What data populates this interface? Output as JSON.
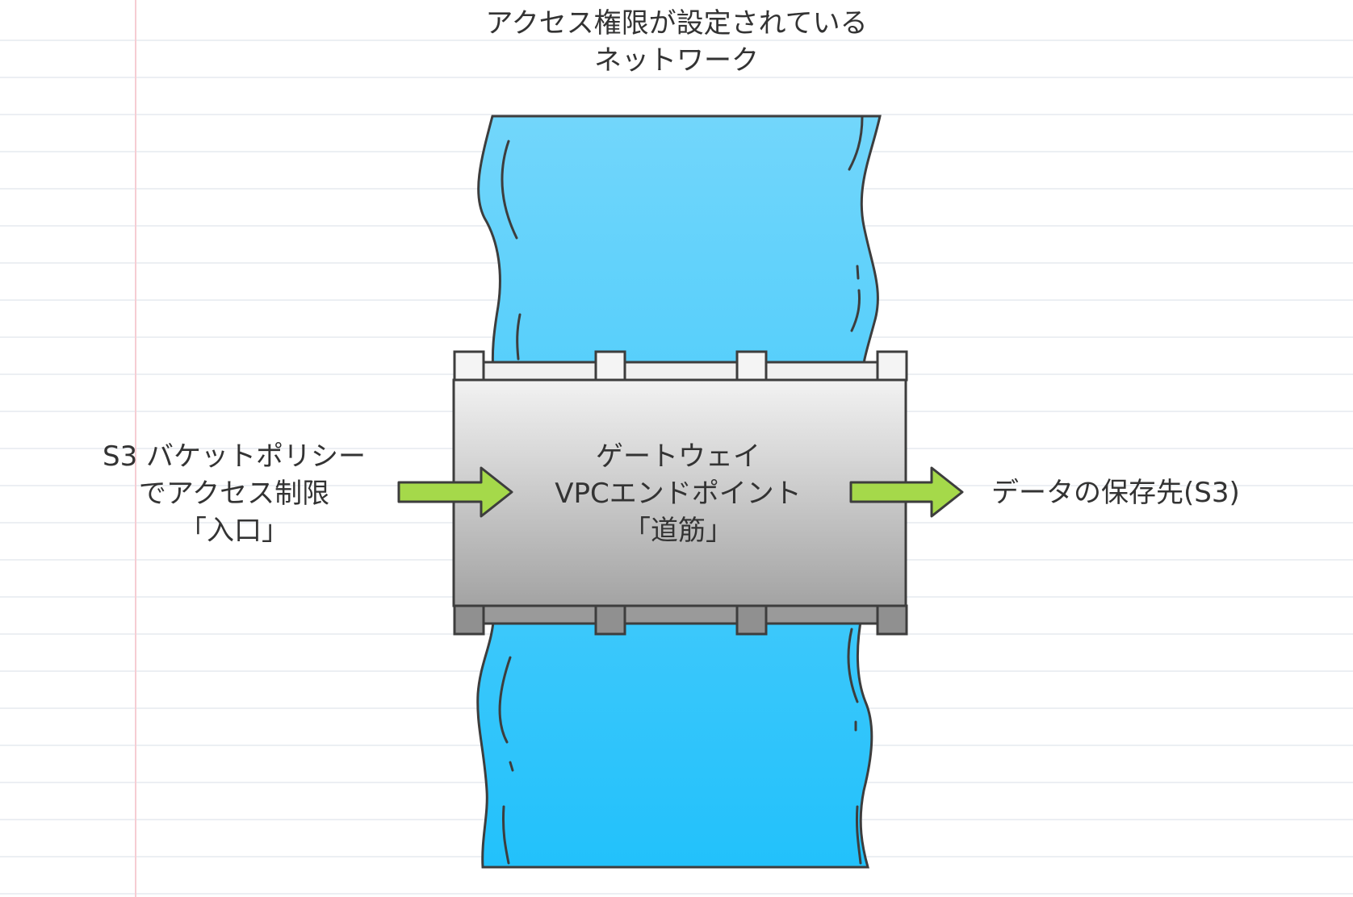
{
  "title": {
    "line1": "アクセス権限が設定されている",
    "line2": "ネットワーク"
  },
  "left_label": {
    "line1": "S3 バケットポリシー",
    "line2": "でアクセス制限",
    "line3": "「入口」"
  },
  "center_label": {
    "line1": "ゲートウェイ",
    "line2": "VPCエンドポイント",
    "line3": "「道筋」"
  },
  "right_label": {
    "line1": "データの保存先(S3)"
  },
  "colors": {
    "river_top": "#72d6fb",
    "river_bottom": "#22c1fb",
    "pipe_light": "#f2f2f2",
    "pipe_dark": "#a3a3a3",
    "arrow_green": "#a5d94a",
    "stroke": "#3d3d3d",
    "paper_line": "#eceff3",
    "margin_line": "#f6cdd3"
  },
  "icons": {
    "left_arrow": "arrow-right-icon",
    "right_arrow": "arrow-right-icon"
  }
}
